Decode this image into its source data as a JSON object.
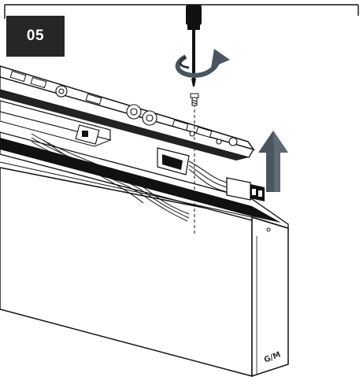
{
  "step": {
    "label": "05",
    "badge_color": "#262626",
    "text_color": "#ffffff"
  },
  "illustration": {
    "subject": "driver-tray-removal",
    "icons": [
      "screwdriver-icon",
      "rotate-arrow-icon",
      "up-arrow-icon",
      "connector-icon"
    ],
    "stroke_color": "#111111",
    "fill_color": "#ffffff",
    "arrow_fill": "#4a5560"
  },
  "brand_mark": {
    "text": "G/M"
  }
}
